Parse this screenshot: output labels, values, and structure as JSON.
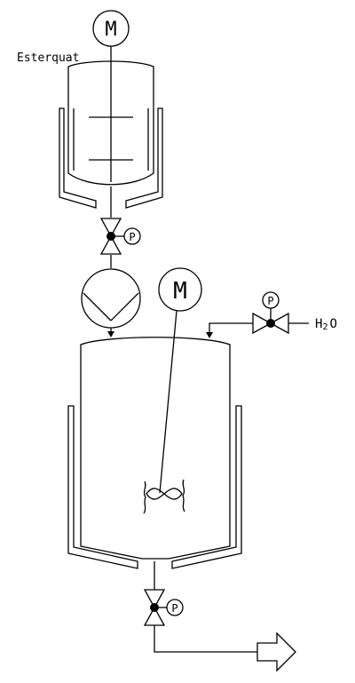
{
  "labels": {
    "top_motor": "M",
    "feed_material": "Esterquat",
    "pump_1": "P",
    "pump_2": "P",
    "pump_3": "P",
    "main_motor": "M",
    "water_text": "H",
    "water_subscript": "2",
    "water_suffix": "O"
  },
  "colors": {
    "line": "#000000",
    "background": "#ffffff"
  },
  "icons": {
    "motor": "circle-letter-m",
    "pump": "circle-letter-p",
    "valve": "bowtie-valve",
    "outlet": "hollow-arrow-right"
  }
}
